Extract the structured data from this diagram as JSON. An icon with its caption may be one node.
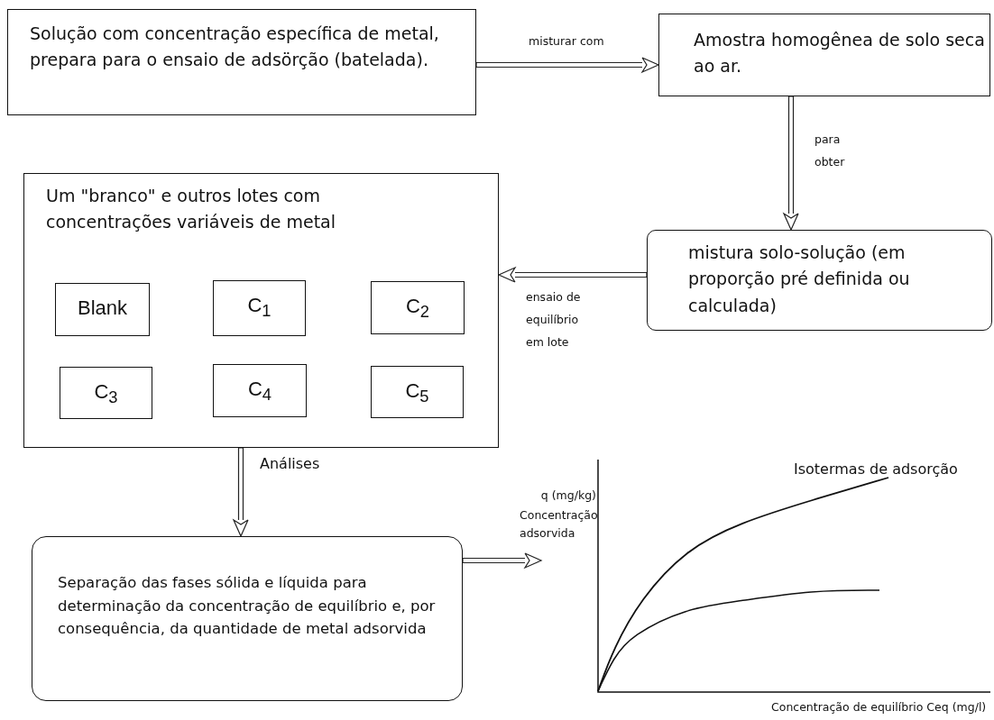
{
  "diagram": {
    "nodes": [
      {
        "text": [
          "Solução com concentração específica de metal, prepara para o ensaio de  adsörção (batelada)."
        ]
      },
      {
        "text": [
          "Amostra homogênea de solo seca ao ar."
        ]
      },
      {
        "text": [
          "mistura solo-solução (em proporção pré definida ou calculada)"
        ]
      },
      {
        "text": [
          "Um \"branco\" e outros lotes com concentrações variáveis de metal"
        ]
      },
      {
        "text": [
          "Blank"
        ],
        "in": 3
      },
      {
        "text": [
          "C$_{1}$"
        ],
        "in": 3
      },
      {
        "text": [
          "C$_{2}$"
        ],
        "in": 3
      },
      {
        "text": [
          "C$_{3}$"
        ],
        "in": 3
      },
      {
        "text": [
          "C$_{4}$"
        ],
        "in": 3
      },
      {
        "text": [
          "C$_{5}$"
        ],
        "in": 3
      },
      {
        "text": [
          "Separação das fases sólida e líquida para determinação da concentração de equilíbrio e, por consequência, da quantidade de metal adsorvida"
        ]
      },
      {
        "text": [],
        "shape": "picture"
      }
    ],
    "edges": [
      {
        "from": 0,
        "to": 1,
        "arrow": "to",
        "label": "misturar com"
      },
      {
        "from": 1,
        "to": 2,
        "arrow": "to",
        "label": "para obter"
      },
      {
        "from": 2,
        "to": 3,
        "arrow": "to",
        "label": "ensaio de equilíbrio em lote"
      },
      {
        "from": 3,
        "to": 10,
        "arrow": "to",
        "label": "Análises"
      },
      {
        "from": 10,
        "to": 11,
        "arrow": "to"
      }
    ],
    "labels": [
      "Isotermas de adsorção",
      "q (mg/kg)",
      "Concentração adsorvida",
      "Concentração de equilíbrio Ceq (mg/l)"
    ]
  }
}
